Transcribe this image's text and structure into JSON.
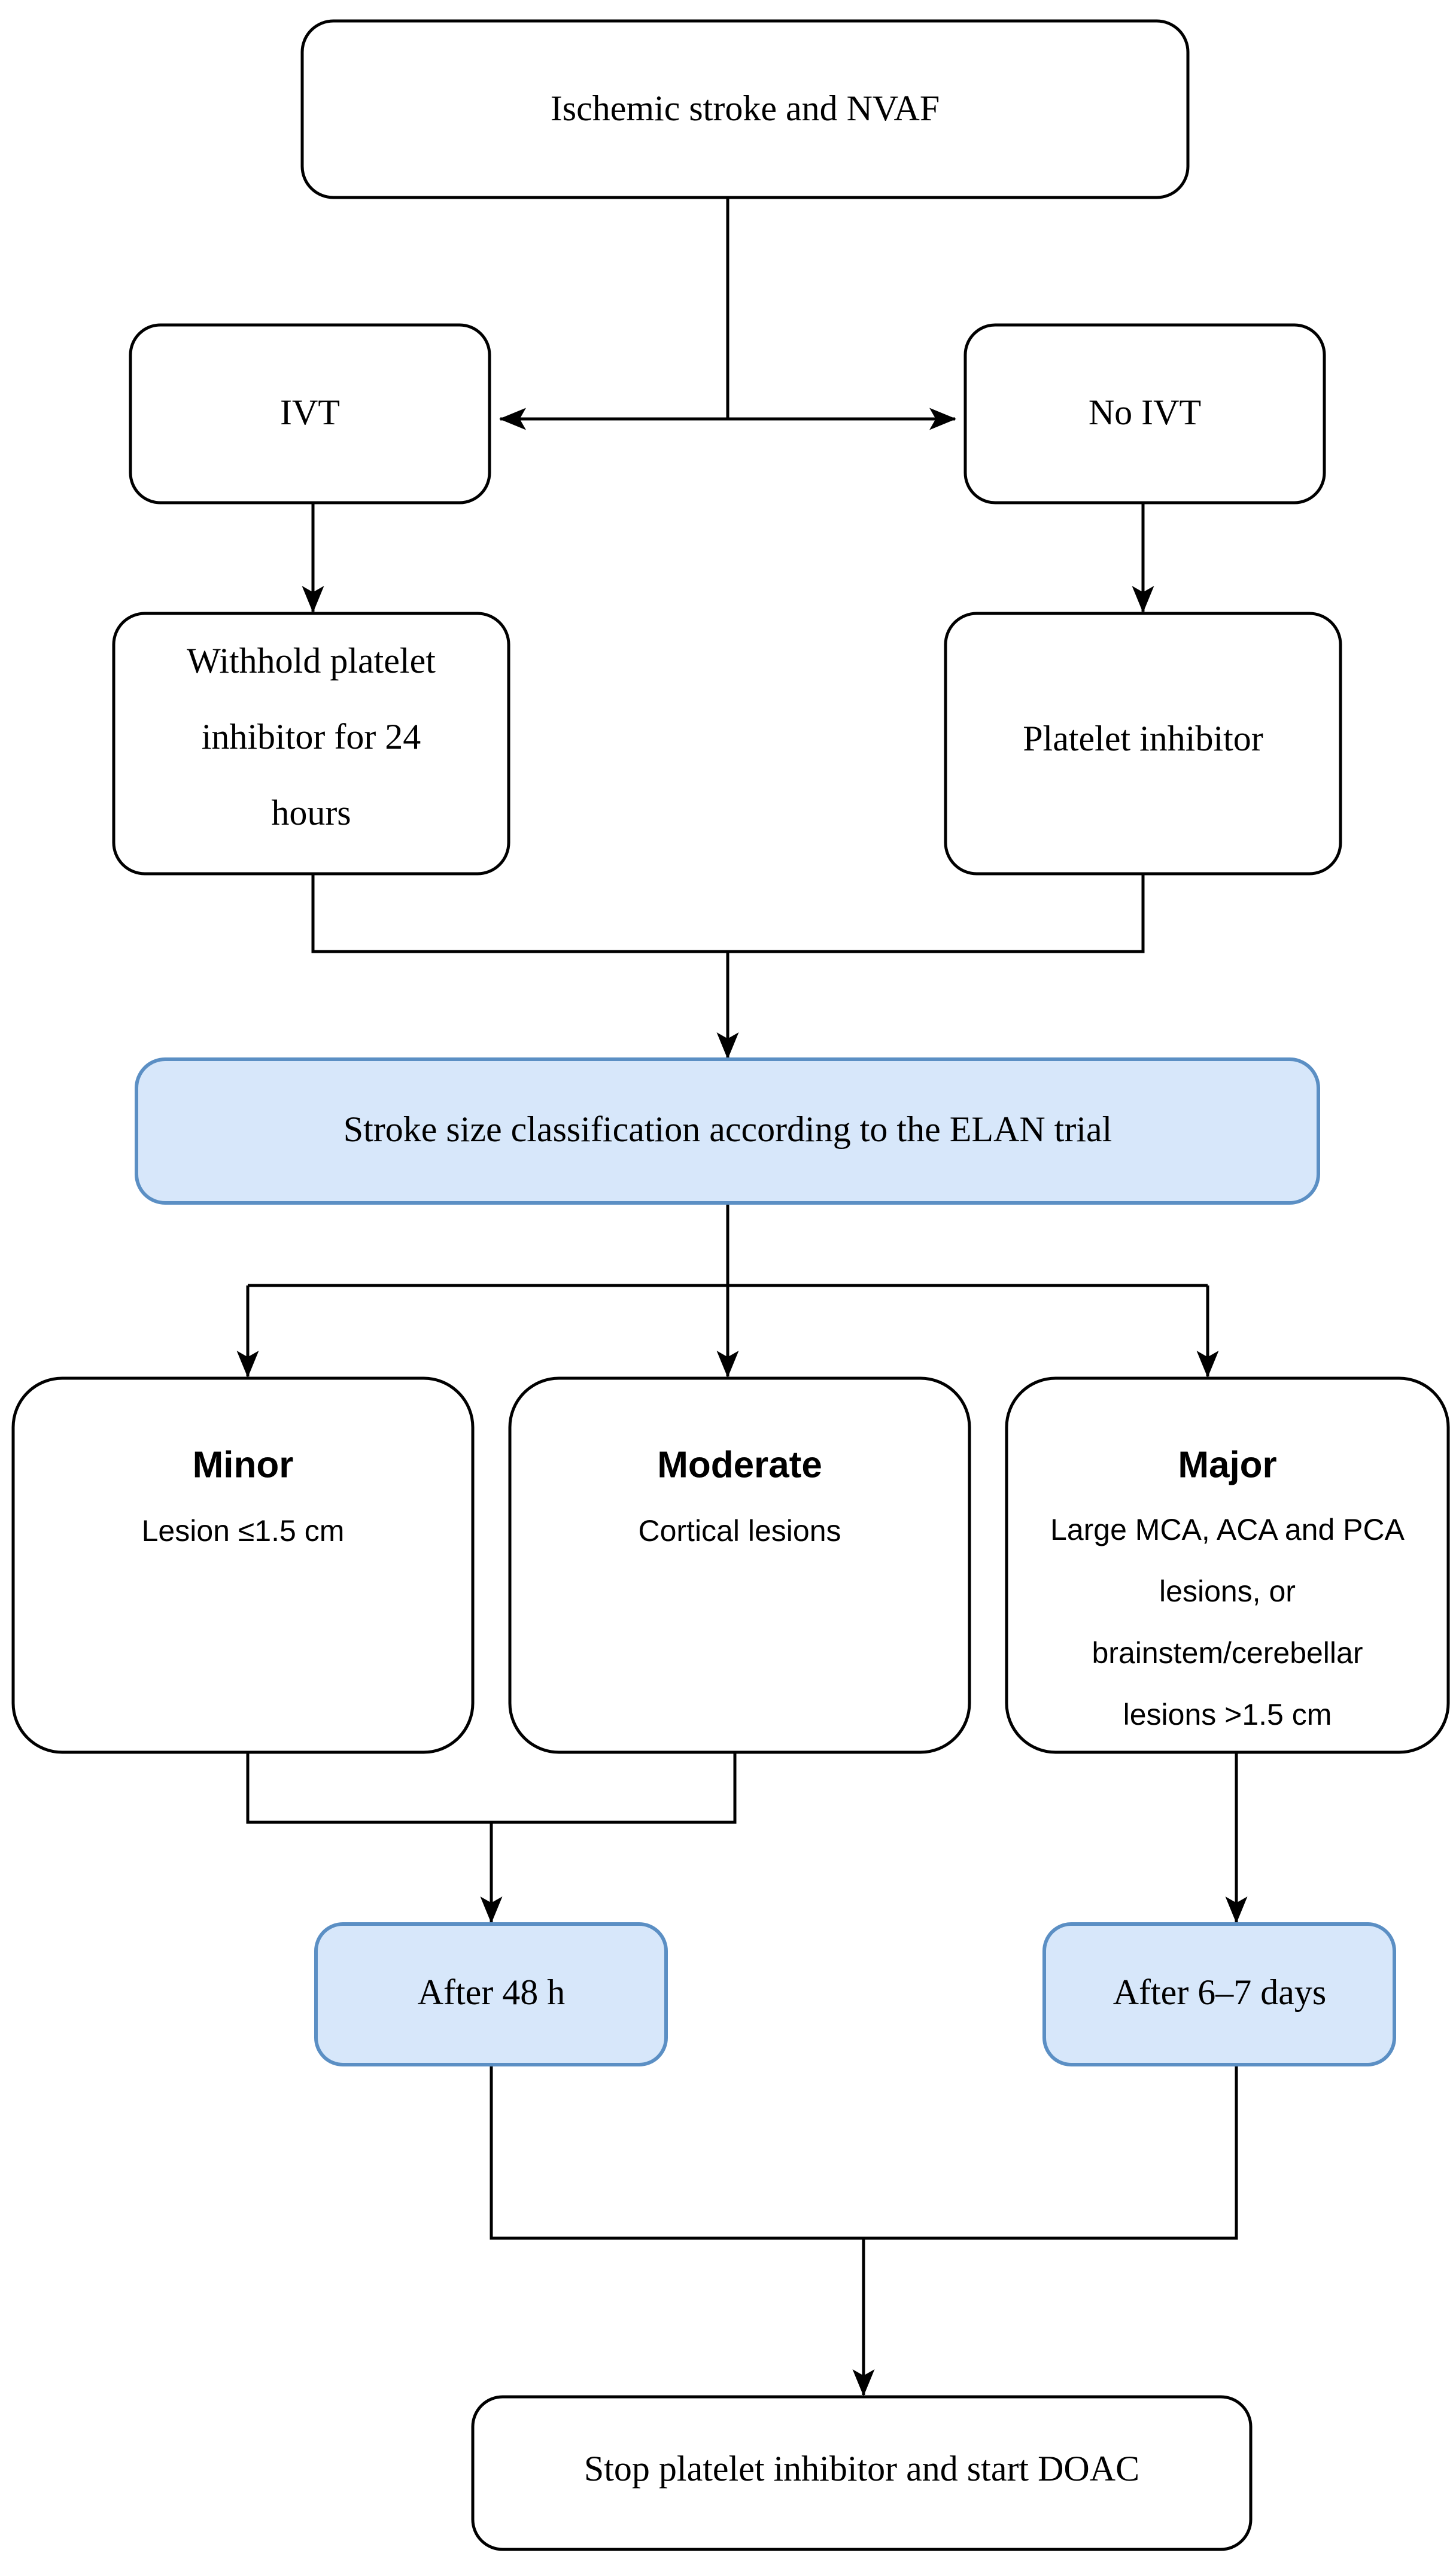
{
  "diagram": {
    "title": "Ischemic stroke and NVAF management flowchart",
    "colors": {
      "box_fill": "#ffffff",
      "box_stroke": "#000000",
      "highlight_fill": "#d7e7fa",
      "highlight_stroke": "#5b8fc4",
      "connector": "#000000",
      "background": "#ffffff"
    },
    "nodes": {
      "start": {
        "label": "Ischemic stroke and NVAF"
      },
      "ivt": {
        "label": "IVT"
      },
      "no_ivt": {
        "label": "No IVT"
      },
      "withhold": {
        "line1": "Withhold platelet",
        "line2": "inhibitor for 24",
        "line3": "hours"
      },
      "platelet_inhibitor": {
        "label": "Platelet inhibitor"
      },
      "elan": {
        "label": "Stroke size classification according to the ELAN trial"
      },
      "minor": {
        "title": "Minor",
        "desc_line1": "Lesion ≤1.5 cm"
      },
      "moderate": {
        "title": "Moderate",
        "desc_line1": "Cortical lesions"
      },
      "major": {
        "title": "Major",
        "desc_line1": "Large MCA, ACA and PCA",
        "desc_line2": "lesions, or",
        "desc_line3": "brainstem/cerebellar",
        "desc_line4": "lesions >1.5 cm"
      },
      "after_48h": {
        "label": "After 48 h"
      },
      "after_6_7_days": {
        "label": "After 6–7 days"
      },
      "stop_start": {
        "label": "Stop platelet inhibitor and start DOAC"
      }
    },
    "edges": [
      {
        "from": "start",
        "to": "ivt",
        "type": "bidirectional-split"
      },
      {
        "from": "start",
        "to": "no_ivt",
        "type": "bidirectional-split"
      },
      {
        "from": "ivt",
        "to": "withhold",
        "type": "arrow"
      },
      {
        "from": "no_ivt",
        "to": "platelet_inhibitor",
        "type": "arrow"
      },
      {
        "from": "withhold",
        "to": "elan",
        "type": "merge-arrow"
      },
      {
        "from": "platelet_inhibitor",
        "to": "elan",
        "type": "merge-arrow"
      },
      {
        "from": "elan",
        "to": "minor",
        "type": "branch-arrow"
      },
      {
        "from": "elan",
        "to": "moderate",
        "type": "branch-arrow"
      },
      {
        "from": "elan",
        "to": "major",
        "type": "branch-arrow"
      },
      {
        "from": "minor",
        "to": "after_48h",
        "type": "merge-arrow"
      },
      {
        "from": "moderate",
        "to": "after_48h",
        "type": "merge-arrow"
      },
      {
        "from": "major",
        "to": "after_6_7_days",
        "type": "arrow"
      },
      {
        "from": "after_48h",
        "to": "stop_start",
        "type": "merge-arrow"
      },
      {
        "from": "after_6_7_days",
        "to": "stop_start",
        "type": "merge-arrow"
      }
    ]
  }
}
